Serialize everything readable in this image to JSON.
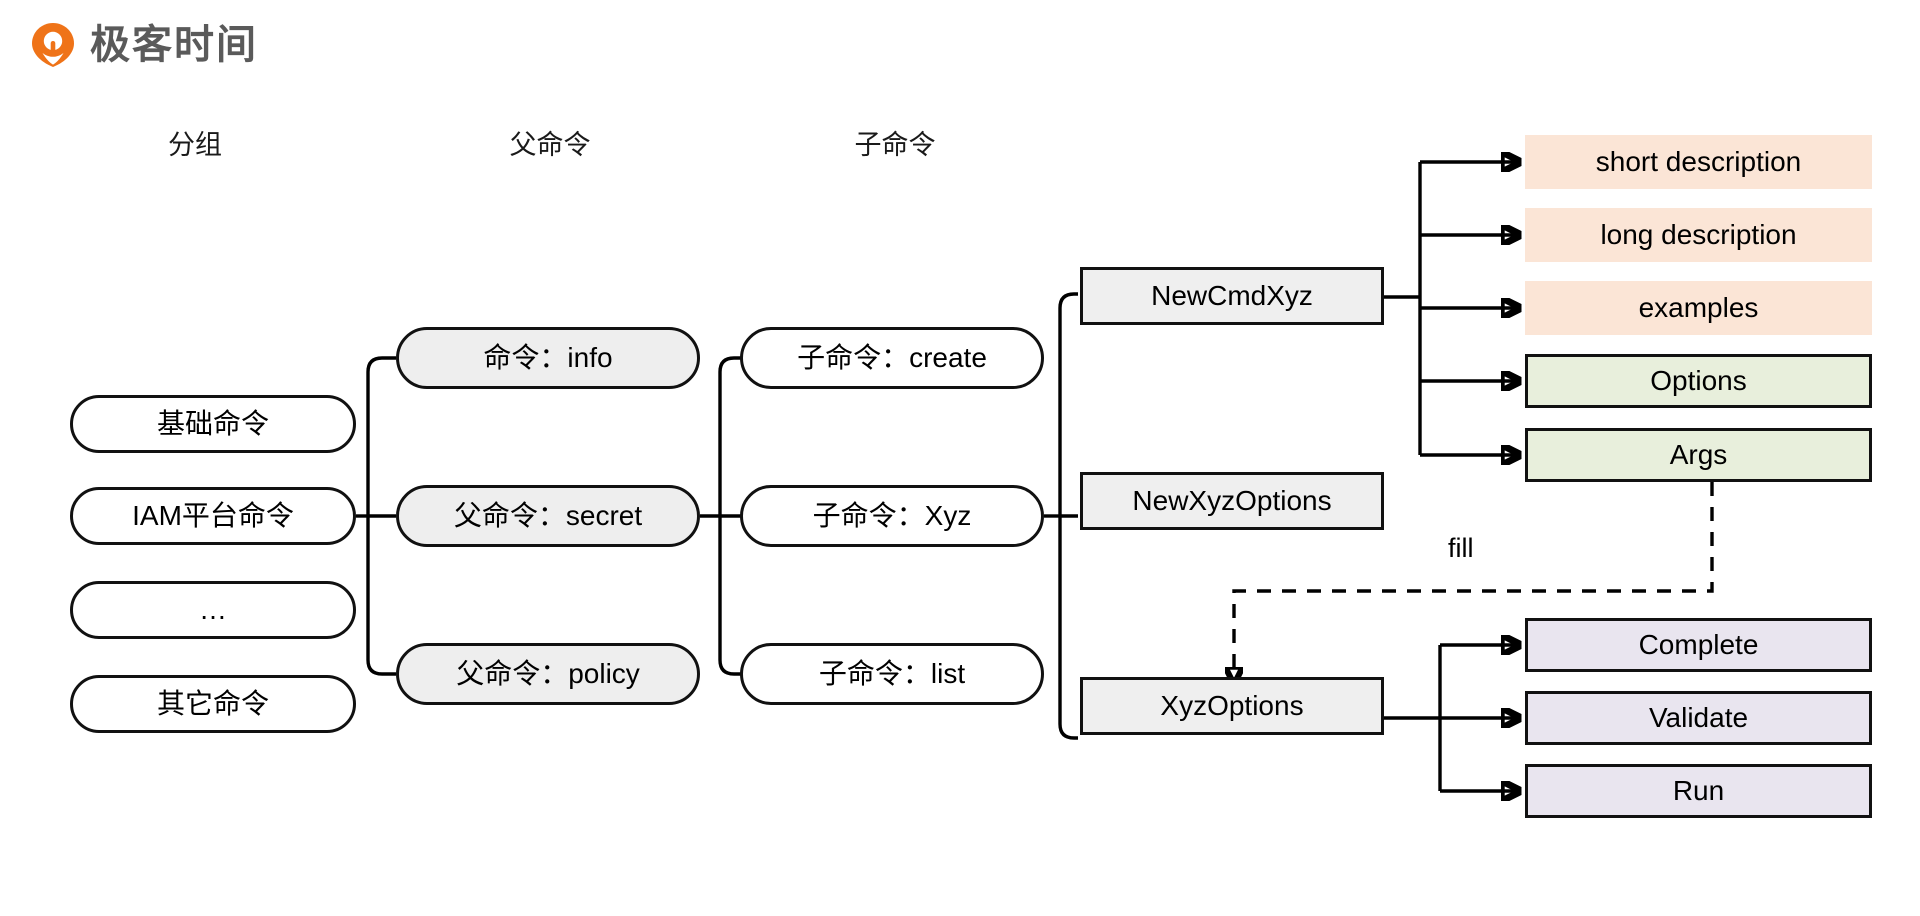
{
  "brand": {
    "logo_icon": "geek-time-pin-logo",
    "name": "极客时间",
    "accent_color": "#ef7318",
    "text_color": "#5a5a5a"
  },
  "columns": [
    {
      "key": "group",
      "label": "分组"
    },
    {
      "key": "parent_cmd",
      "label": "父命令"
    },
    {
      "key": "child_cmd",
      "label": "子命令"
    }
  ],
  "groups": [
    {
      "label": "基础命令"
    },
    {
      "label": "IAM平台命令"
    },
    {
      "label": "…"
    },
    {
      "label": "其它命令"
    }
  ],
  "parent_commands": [
    {
      "label": "命令：info"
    },
    {
      "label": "父命令：secret"
    },
    {
      "label": "父命令：policy"
    }
  ],
  "child_commands": [
    {
      "label": "子命令：create"
    },
    {
      "label": "子命令：Xyz"
    },
    {
      "label": "子命令：list"
    }
  ],
  "structs": [
    {
      "label": "NewCmdXyz"
    },
    {
      "label": "NewXyzOptions"
    },
    {
      "label": "XyzOptions"
    }
  ],
  "cmd_fields": [
    {
      "label": "short description",
      "fill": "#fbe5d6",
      "style": "peach"
    },
    {
      "label": "long description",
      "fill": "#fbe5d6",
      "style": "peach"
    },
    {
      "label": "examples",
      "fill": "#fbe5d6",
      "style": "peach"
    },
    {
      "label": "Options",
      "fill": "#e8efdc",
      "style": "green"
    },
    {
      "label": "Args",
      "fill": "#e8efdc",
      "style": "green"
    }
  ],
  "option_methods": [
    {
      "label": "Complete",
      "fill": "#e9e5ef",
      "style": "purple"
    },
    {
      "label": "Validate",
      "fill": "#e9e5ef",
      "style": "purple"
    },
    {
      "label": "Run",
      "fill": "#e9e5ef",
      "style": "purple"
    }
  ],
  "edges": {
    "fill_label": "fill"
  }
}
